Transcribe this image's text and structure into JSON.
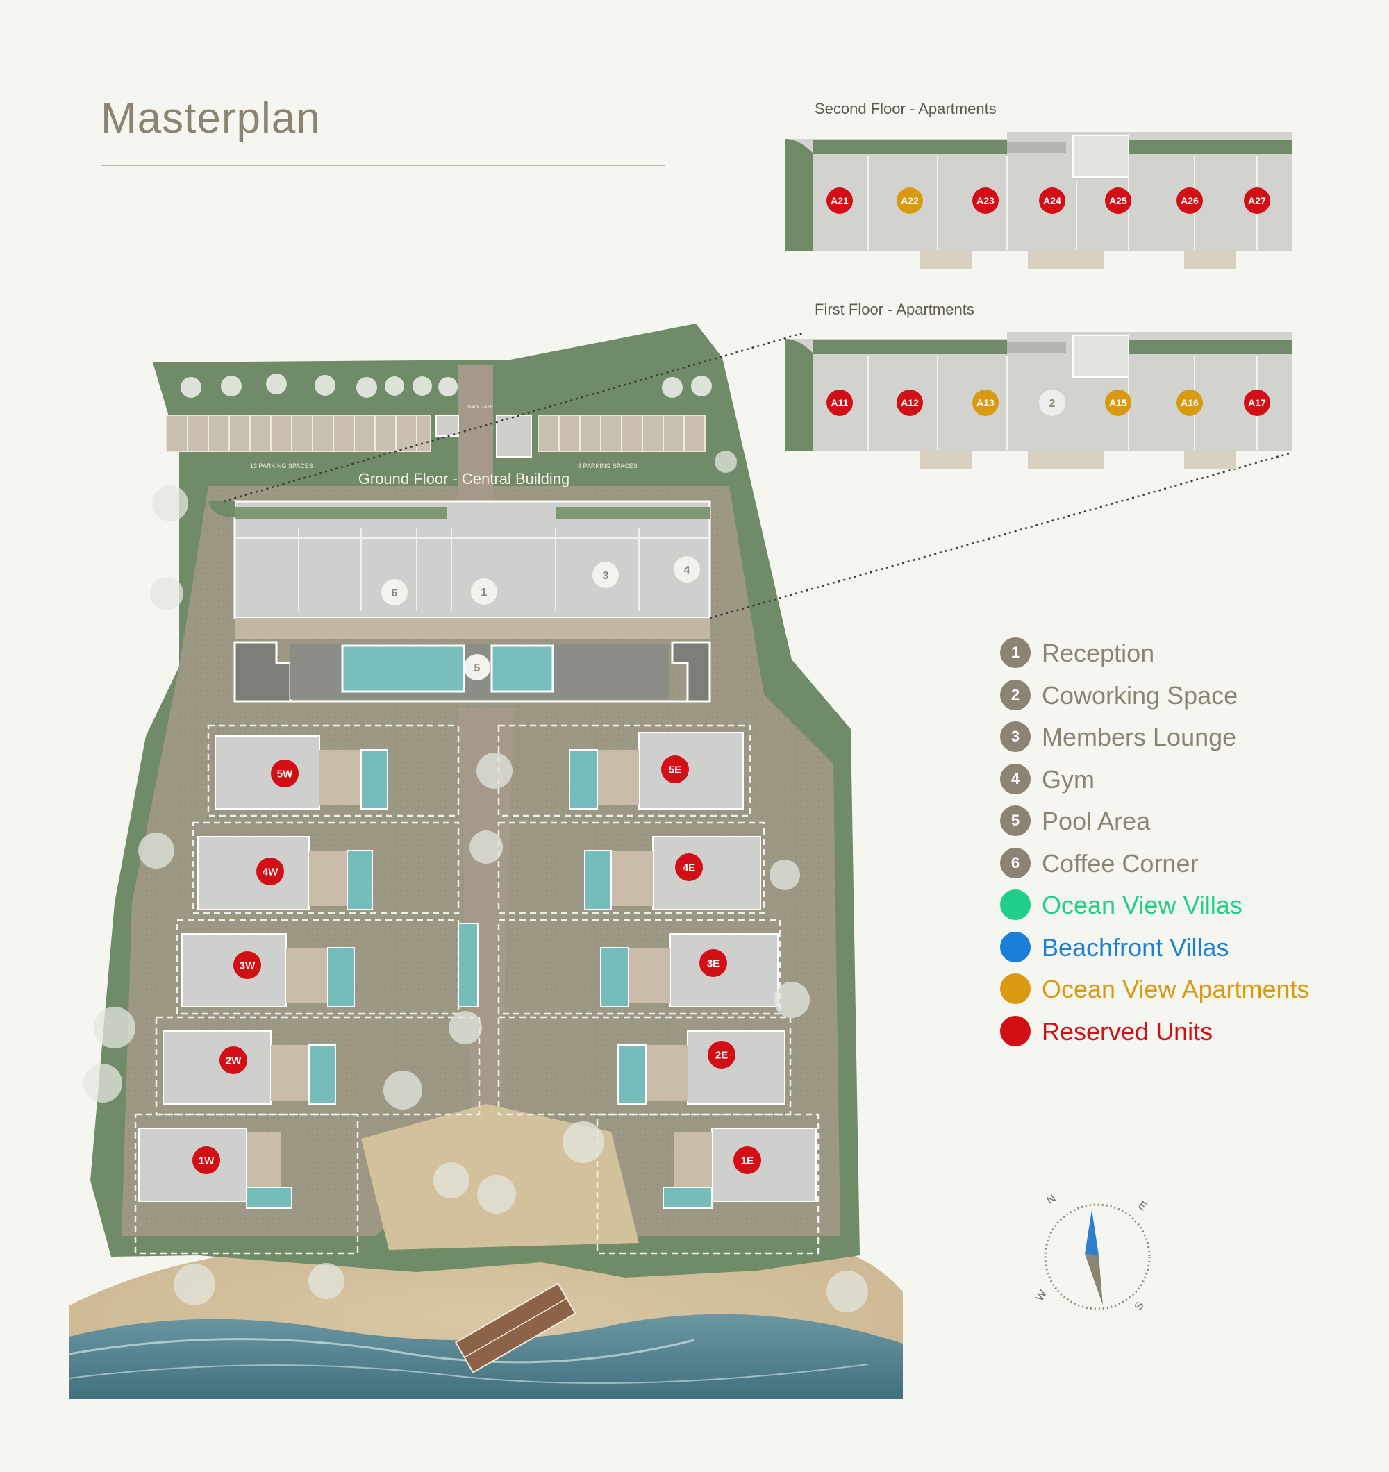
{
  "title": "Masterplan",
  "labels": {
    "second_floor": "Second Floor - Apartments",
    "first_floor": "First Floor - Apartments",
    "ground_floor": "Ground Floor - Central Building",
    "parking_west": "13 PARKING SPACES",
    "parking_east": "8 PARKING SPACES",
    "main_gate": "MAIN GATE"
  },
  "colors": {
    "reserved": "#d10f14",
    "ocean_view_apartment": "#d99a12",
    "amenity": "#8c8472",
    "ocean_view_villa": "#1fcf8a",
    "beachfront_villa": "#1a7fd6"
  },
  "second_floor_units": [
    {
      "id": "A21",
      "status": "reserved"
    },
    {
      "id": "A22",
      "status": "ocean_view_apartment"
    },
    {
      "id": "A23",
      "status": "reserved"
    },
    {
      "id": "A24",
      "status": "reserved"
    },
    {
      "id": "A25",
      "status": "reserved"
    },
    {
      "id": "A26",
      "status": "reserved"
    },
    {
      "id": "A27",
      "status": "reserved"
    }
  ],
  "first_floor_units": [
    {
      "id": "A11",
      "status": "reserved"
    },
    {
      "id": "A12",
      "status": "reserved"
    },
    {
      "id": "A13",
      "status": "ocean_view_apartment"
    },
    {
      "id": "2",
      "status": "amenity"
    },
    {
      "id": "A15",
      "status": "ocean_view_apartment"
    },
    {
      "id": "A16",
      "status": "ocean_view_apartment"
    },
    {
      "id": "A17",
      "status": "reserved"
    }
  ],
  "ground_floor_markers": [
    "6",
    "1",
    "3",
    "4",
    "5"
  ],
  "villas": [
    {
      "id": "5W",
      "status": "reserved"
    },
    {
      "id": "4W",
      "status": "reserved"
    },
    {
      "id": "3W",
      "status": "reserved"
    },
    {
      "id": "2W",
      "status": "reserved"
    },
    {
      "id": "1W",
      "status": "reserved"
    },
    {
      "id": "5E",
      "status": "reserved"
    },
    {
      "id": "4E",
      "status": "reserved"
    },
    {
      "id": "3E",
      "status": "reserved"
    },
    {
      "id": "2E",
      "status": "reserved"
    },
    {
      "id": "1E",
      "status": "reserved"
    }
  ],
  "legend": [
    {
      "num": "1",
      "label": "Reception",
      "color": "#8c8472",
      "text_color": "#8c8472"
    },
    {
      "num": "2",
      "label": "Coworking Space",
      "color": "#8c8472",
      "text_color": "#8c8472"
    },
    {
      "num": "3",
      "label": "Members Lounge",
      "color": "#8c8472",
      "text_color": "#8c8472"
    },
    {
      "num": "4",
      "label": "Gym",
      "color": "#8c8472",
      "text_color": "#8c8472"
    },
    {
      "num": "5",
      "label": "Pool Area",
      "color": "#8c8472",
      "text_color": "#8c8472"
    },
    {
      "num": "6",
      "label": "Coffee Corner",
      "color": "#8c8472",
      "text_color": "#8c8472"
    },
    {
      "num": "",
      "label": "Ocean View Villas",
      "color": "#1fcf8a",
      "text_color": "#1fcf8a"
    },
    {
      "num": "",
      "label": "Beachfront Villas",
      "color": "#1a7fd6",
      "text_color": "#1a7fd6"
    },
    {
      "num": "",
      "label": "Ocean View Apartments",
      "color": "#d99a12",
      "text_color": "#d99a12"
    },
    {
      "num": "",
      "label": "Reserved Units",
      "color": "#d10f14",
      "text_color": "#d10f14"
    }
  ],
  "compass": {
    "n": "N",
    "e": "E",
    "s": "S",
    "w": "W"
  }
}
